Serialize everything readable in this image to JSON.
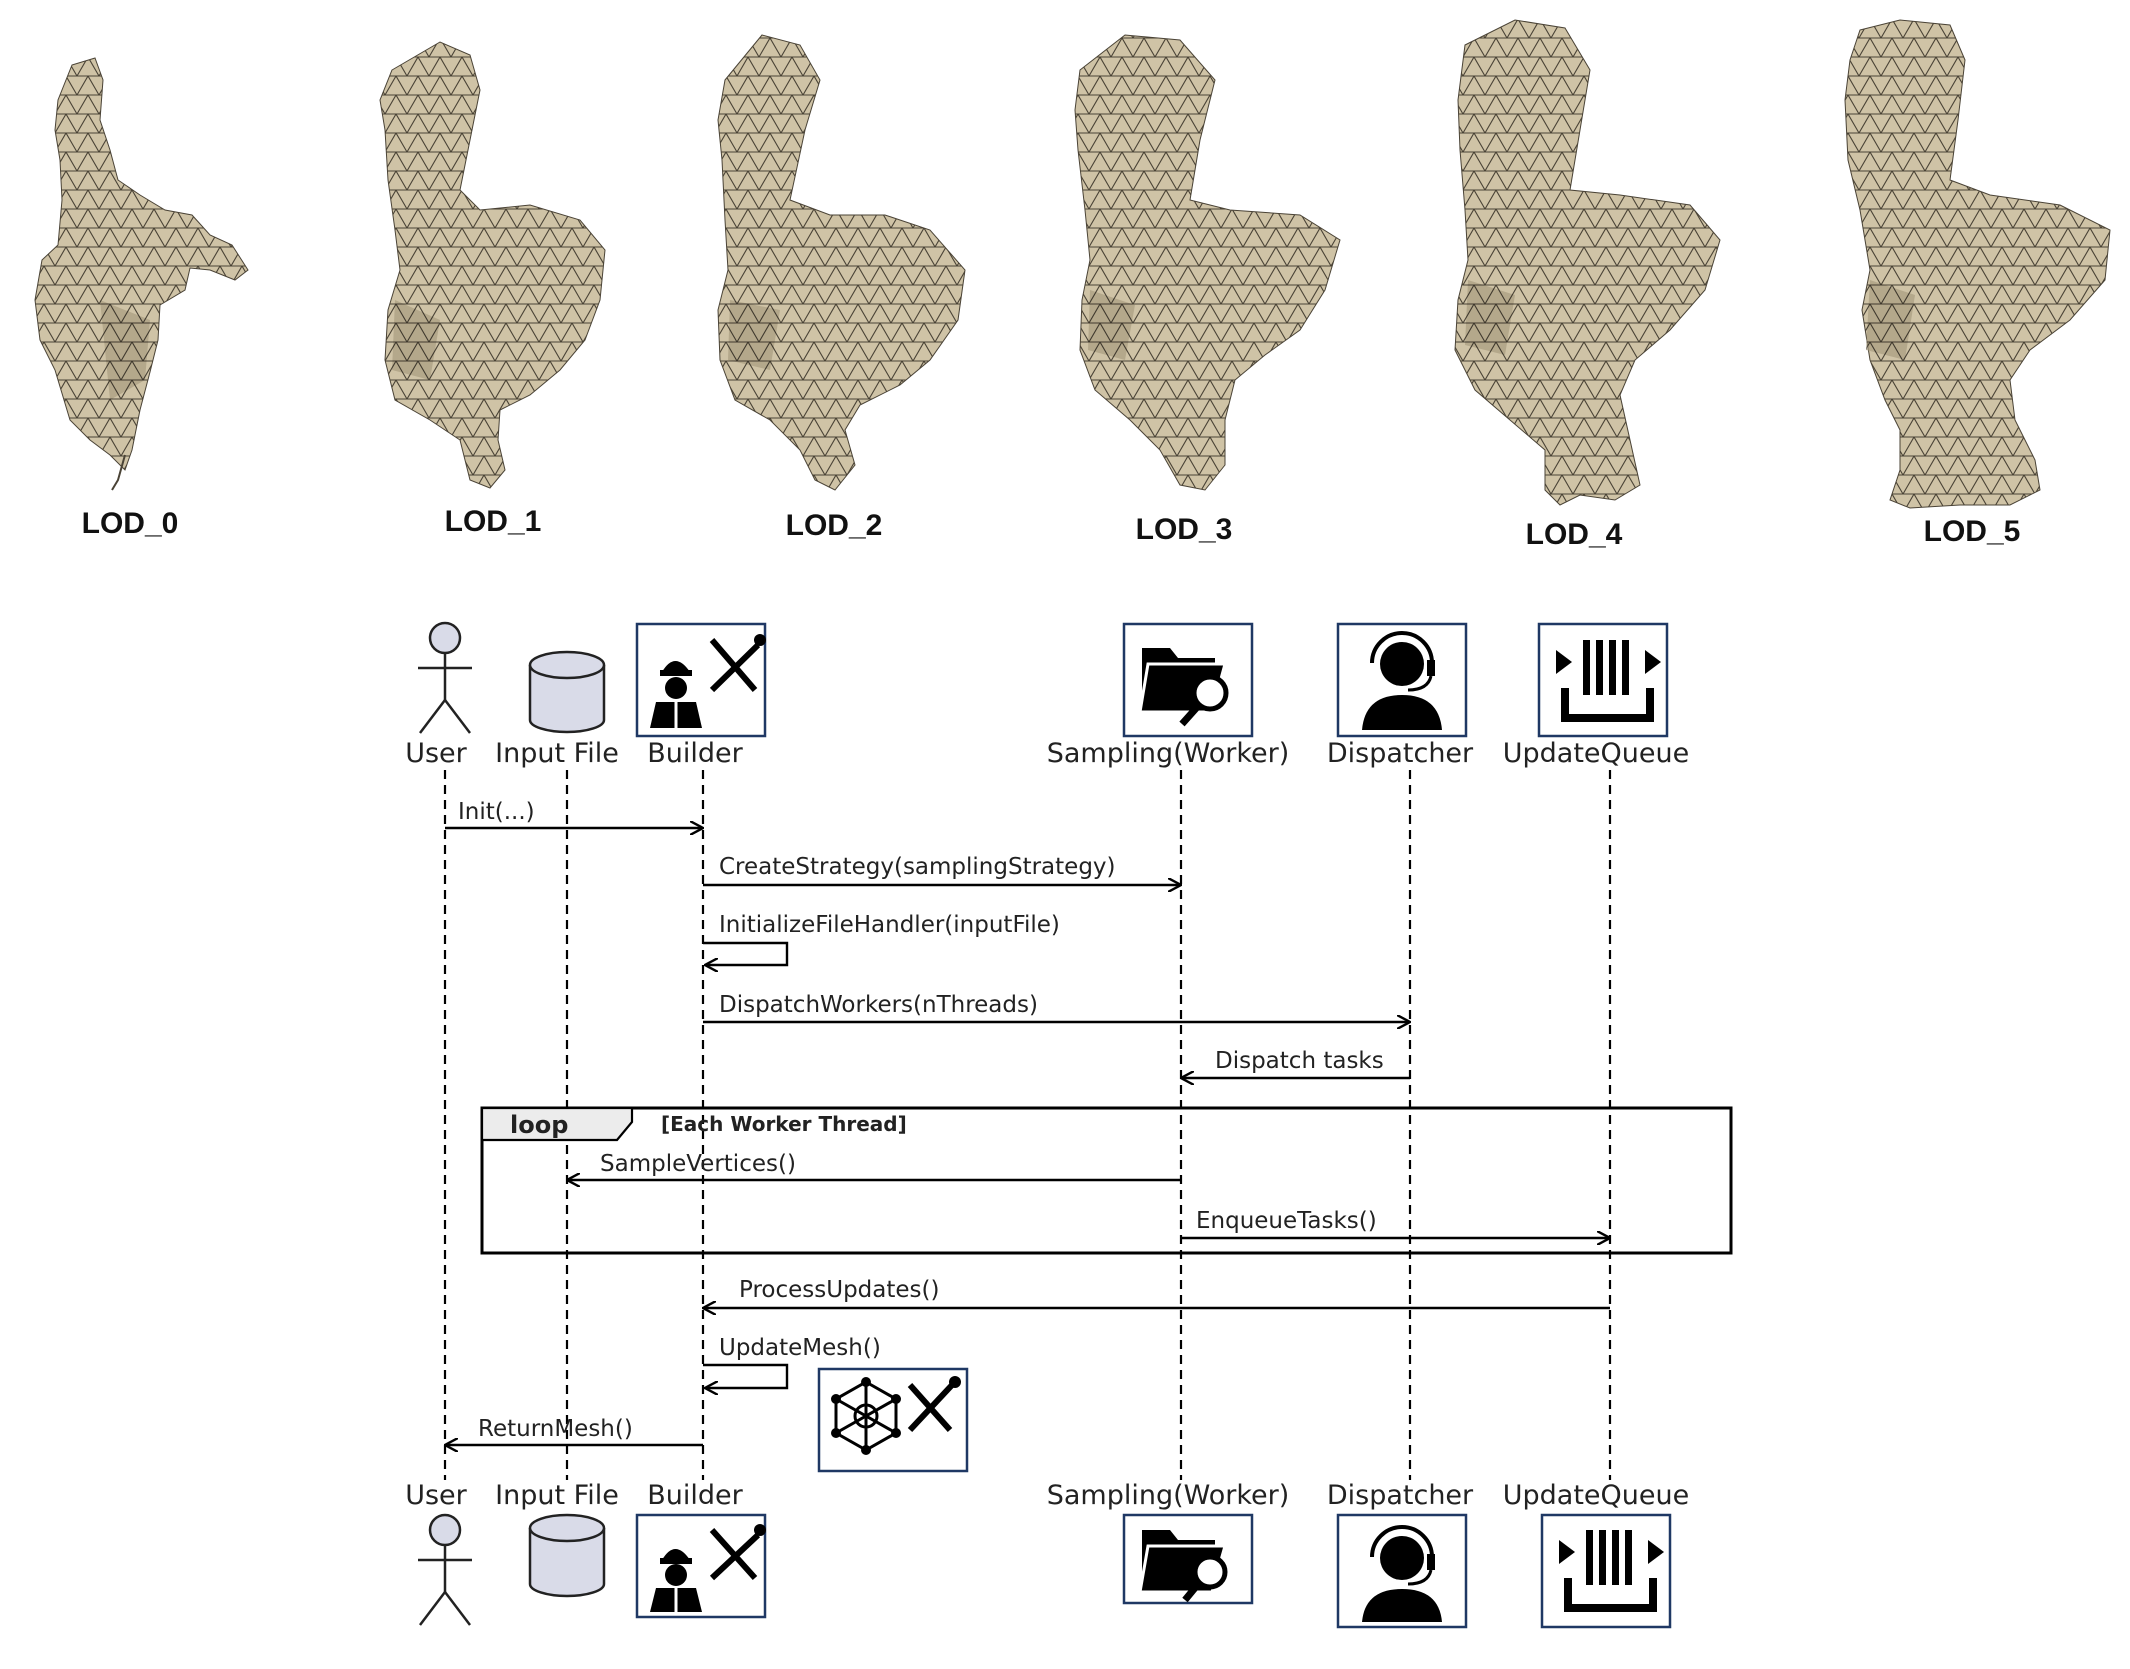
{
  "lod_models": [
    {
      "label": "LOD_0"
    },
    {
      "label": "LOD_1"
    },
    {
      "label": "LOD_2"
    },
    {
      "label": "LOD_3"
    },
    {
      "label": "LOD_4"
    },
    {
      "label": "LOD_5"
    }
  ],
  "colors": {
    "mesh_fill": "#cfc3a6",
    "mesh_line": "#4a4336",
    "mesh_shadow": "#8f8468",
    "icon_border": "#1f3864",
    "database_fill": "#d9dbe8"
  },
  "participants": [
    {
      "id": "user",
      "label": "User",
      "icon": "stick-figure-icon"
    },
    {
      "id": "input",
      "label": "Input File",
      "icon": "database-icon"
    },
    {
      "id": "builder",
      "label": "Builder",
      "icon": "builder-worker-tools-icon"
    },
    {
      "id": "sampling",
      "label": "Sampling(Worker)",
      "icon": "folder-search-icon"
    },
    {
      "id": "dispatcher",
      "label": "Dispatcher",
      "icon": "headset-operator-icon"
    },
    {
      "id": "queue",
      "label": "UpdateQueue",
      "icon": "queue-icon"
    }
  ],
  "messages": [
    {
      "label": "Init(...)",
      "from": "user",
      "to": "builder"
    },
    {
      "label": "CreateStrategy(samplingStrategy)",
      "from": "builder",
      "to": "sampling"
    },
    {
      "label": "InitializeFileHandler(inputFile)",
      "from": "builder",
      "to": "builder"
    },
    {
      "label": "DispatchWorkers(nThreads)",
      "from": "builder",
      "to": "dispatcher"
    },
    {
      "label": "Dispatch tasks",
      "from": "dispatcher",
      "to": "sampling"
    },
    {
      "label": "SampleVertices()",
      "from": "sampling",
      "to": "input"
    },
    {
      "label": "EnqueueTasks()",
      "from": "sampling",
      "to": "queue"
    },
    {
      "label": "ProcessUpdates()",
      "from": "queue",
      "to": "builder"
    },
    {
      "label": "UpdateMesh()",
      "from": "builder",
      "to": "builder"
    },
    {
      "label": "ReturnMesh()",
      "from": "builder",
      "to": "user"
    }
  ],
  "loop": {
    "keyword": "loop",
    "guard": "[Each Worker Thread]"
  },
  "mesh_tool_icon": "mesh-tools-icon"
}
